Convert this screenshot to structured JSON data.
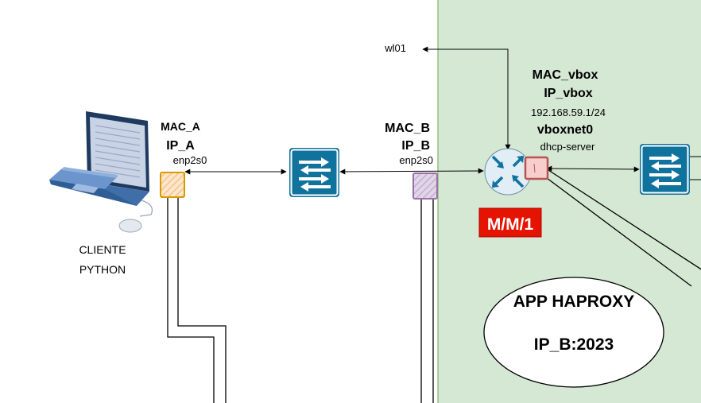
{
  "zones": {
    "vbox_zone": {
      "fill": "#d5e8d4",
      "stroke": "#82b366"
    }
  },
  "labels": {
    "wl01": "wl01",
    "mac_a": "MAC_A",
    "ip_a": "IP_A",
    "enp_a": "enp2s0",
    "mac_b": "MAC_B",
    "ip_b": "IP_B",
    "enp_b": "enp2s0",
    "mac_vbox": "MAC_vbox",
    "ip_vbox": "IP_vbox",
    "ip_vbox_addr": "192.168.59.1/24",
    "vboxnet0": "vboxnet0",
    "dhcp_server": "dhcp-server",
    "cliente_line1": "CLIENTE",
    "cliente_line2": "PYTHON"
  },
  "queue_badge": {
    "text": "M/M/1",
    "bg": "#e51400",
    "color": "#ffffff"
  },
  "app": {
    "line1": "APP HAPROXY",
    "line2": "IP_B:2023"
  },
  "colors": {
    "switch": "#10739e",
    "router_fill": "#e1eef5",
    "port_a": "#d79b00",
    "port_b": "#9673a6",
    "port_vbox": "#b85450"
  },
  "icons": [
    "laptop-icon",
    "mouse-icon",
    "switch-icon",
    "router-icon"
  ]
}
